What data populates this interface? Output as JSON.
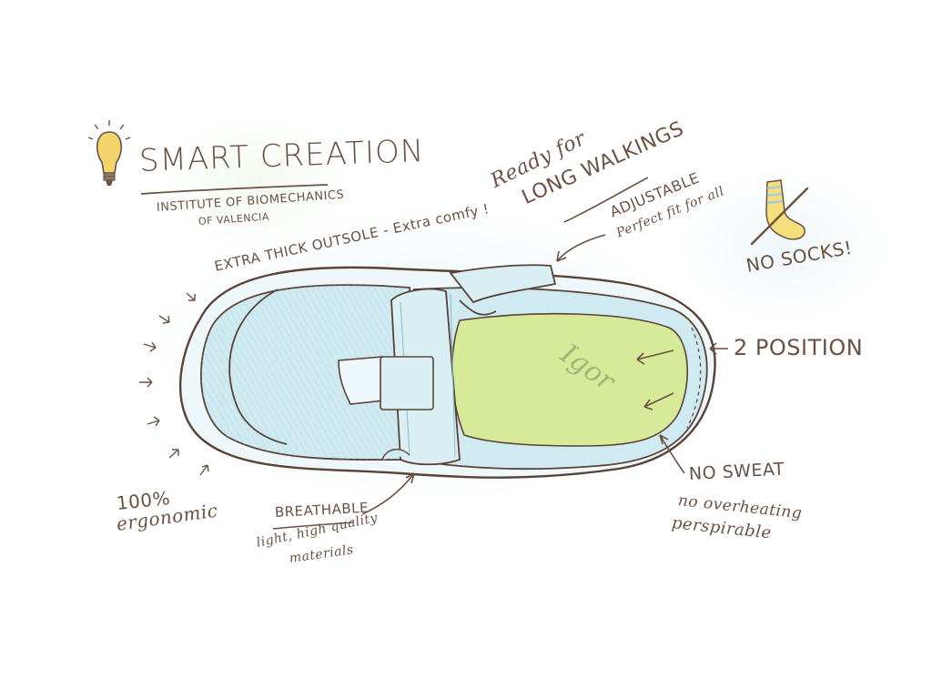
{
  "title": "SMART CREATION",
  "institute_line1": "INSTITUTE OF BIOMECHANICS",
  "institute_line2": "OF VALENCIA",
  "outsole": "EXTRA THICK OUTSOLE - Extra comfy !",
  "ready_line1": "Ready for",
  "ready_line2": "LONG WALKINGS",
  "adjustable_title": "ADJUSTABLE",
  "adjustable_sub": "Perfect fit for all",
  "no_socks": "NO SOCKS!",
  "two_position": "2 POSITION",
  "no_sweat_title": "NO SWEAT",
  "no_sweat_line1": "no overheating",
  "no_sweat_line2": "perspirable",
  "breathable_title": "BREATHABLE",
  "breathable_line1": "light, high quality",
  "breathable_line2": "materials",
  "ergonomic_line1": "100%",
  "ergonomic_line2": "ergonomic",
  "insole_logo": "Igor",
  "colors": {
    "ink": "#6b5142",
    "shoe_blue": "#cfeaf0",
    "insole_green": "#d6ea9a",
    "bulb_yellow": "#f3d36b"
  },
  "icons": [
    "lightbulb-icon",
    "crossed-sock-icon"
  ]
}
